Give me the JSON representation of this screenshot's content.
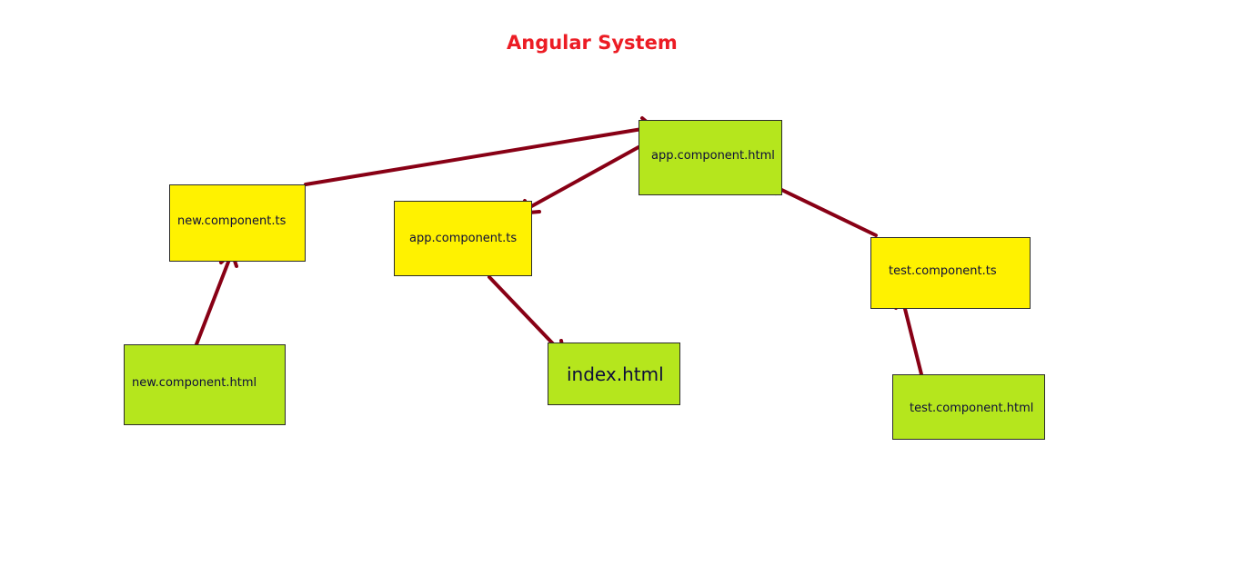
{
  "title": "Angular System",
  "colors": {
    "title": "#ec1c24",
    "ts_box": "#fff200",
    "html_box": "#b5e61d",
    "arrow": "#880015"
  },
  "boxes": {
    "new_component_ts": "new.component.ts",
    "app_component_ts": "app.component.ts",
    "app_component_html": "app.component.html",
    "test_component_ts": "test.component.ts",
    "new_component_html": "new.component.html",
    "index_html": "index.html",
    "test_component_html": "test.component.html"
  }
}
